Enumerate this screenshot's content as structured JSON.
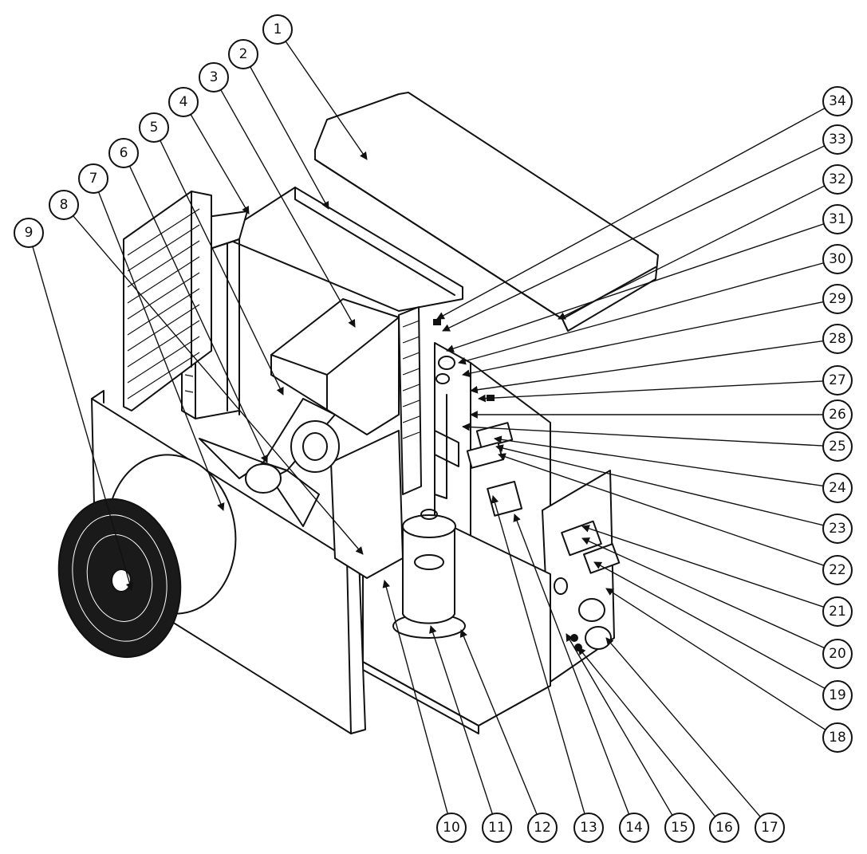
{
  "labels": [
    "1",
    "2",
    "3",
    "4",
    "5",
    "6",
    "7",
    "8",
    "9",
    "10",
    "11",
    "12",
    "13",
    "14",
    "15",
    "16",
    "17",
    "18",
    "19",
    "20",
    "21",
    "22",
    "23",
    "24",
    "25",
    "26",
    "27",
    "28",
    "29",
    "30",
    "31",
    "32",
    "33",
    "34"
  ]
}
